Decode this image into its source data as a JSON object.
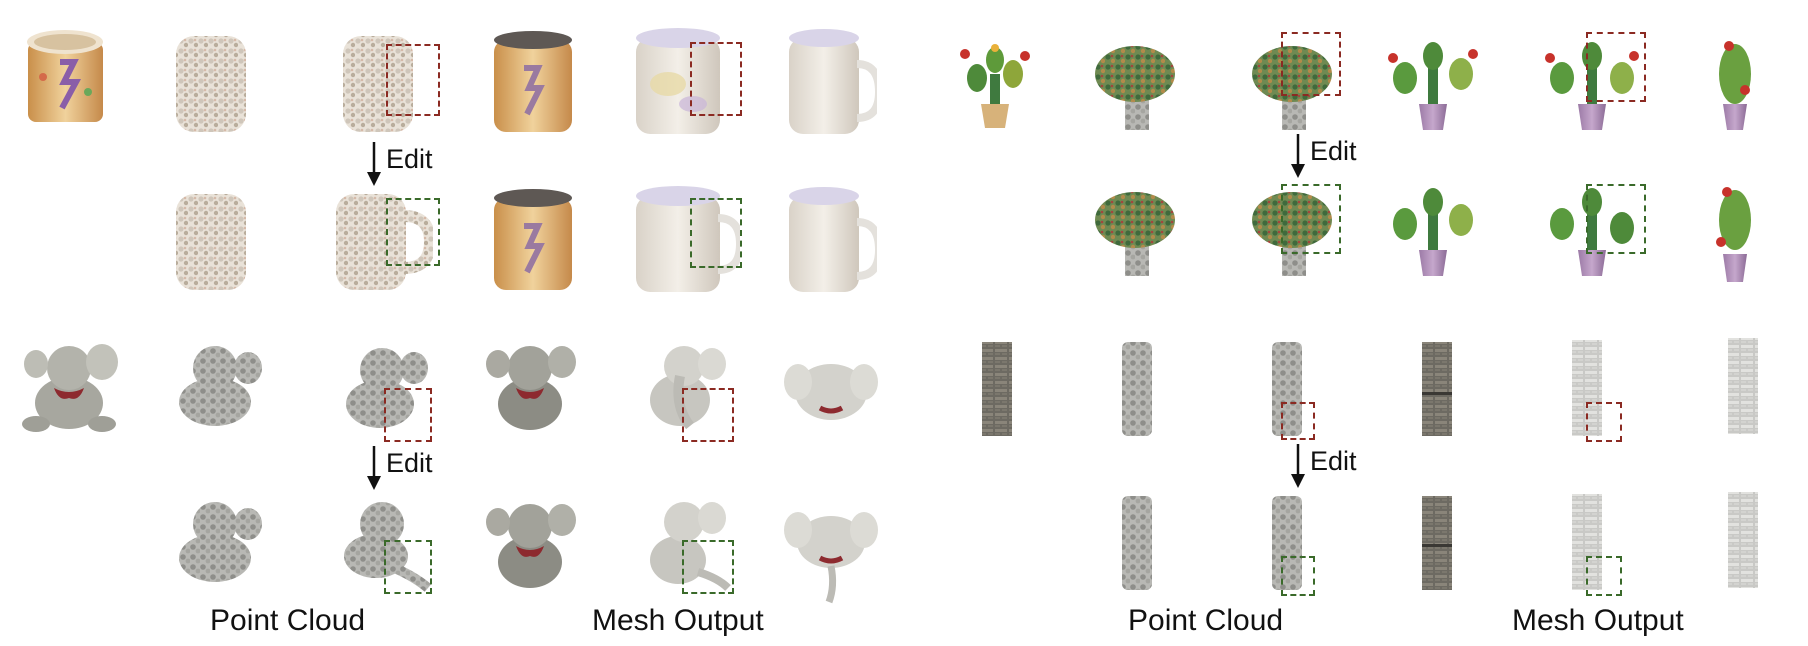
{
  "figure": {
    "edit_label": "Edit",
    "captions": {
      "left_point_cloud": "Point Cloud",
      "left_mesh_output": "Mesh Output",
      "right_point_cloud": "Point Cloud",
      "right_mesh_output": "Mesh Output"
    },
    "colors": {
      "before_box": "#8b2a22",
      "after_box": "#3a6a2a"
    }
  }
}
